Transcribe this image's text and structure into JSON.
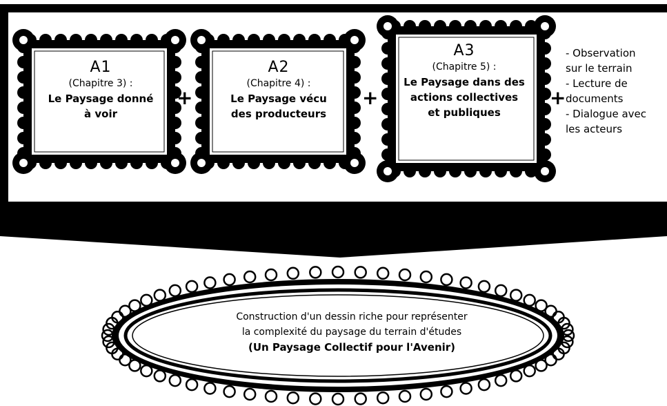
{
  "frames": [
    {
      "code": "A1",
      "chapter": "(Chapitre 3) :",
      "title": "Le Paysage donné\nà voir"
    },
    {
      "code": "A2",
      "chapter": "(Chapitre 4) :",
      "title": "Le Paysage vécu\ndes producteurs"
    },
    {
      "code": "A3",
      "chapter": "(Chapitre 5) :",
      "title": "Le Paysage dans des\nactions collectives\net publiques"
    }
  ],
  "plus_sign": "+",
  "notes": [
    "- Observation",
    "sur le terrain",
    "- Lecture de",
    "documents",
    "- Dialogue avec",
    "les acteurs"
  ],
  "result": {
    "line1": "Construction d'un dessin riche pour représenter",
    "line2": "la complexité du paysage du terrain d'études",
    "line3": "(Un Paysage Collectif pour l'Avenir)"
  }
}
